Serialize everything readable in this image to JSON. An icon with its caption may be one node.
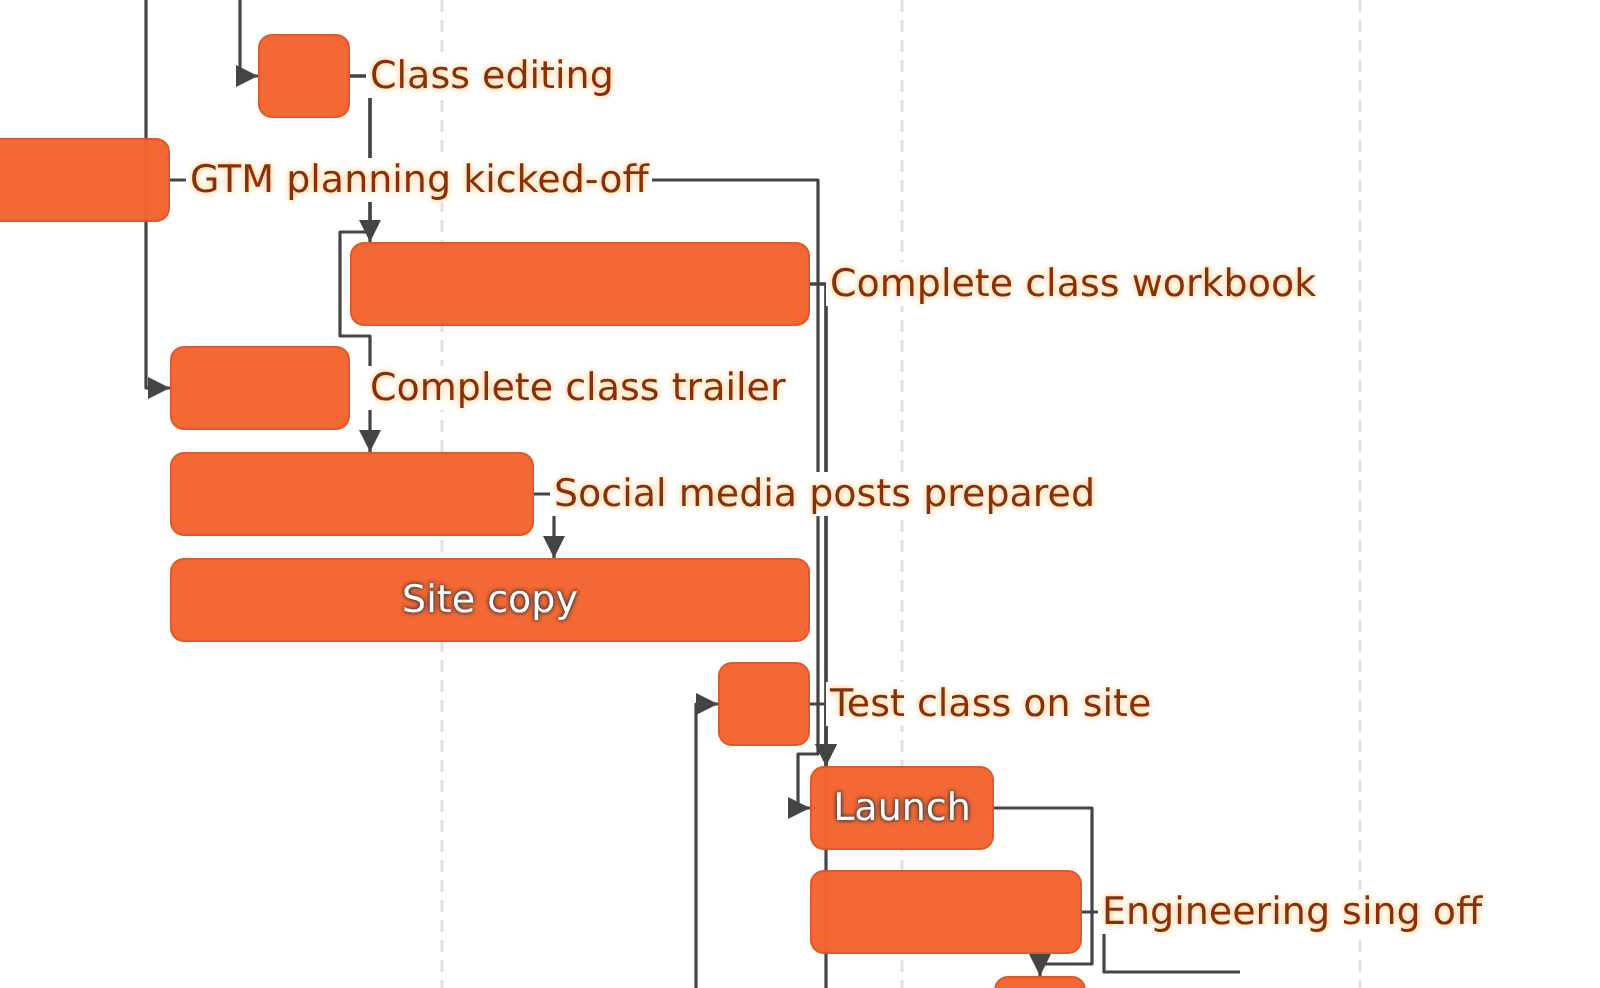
{
  "diagram": {
    "nodes": [
      {
        "text": [],
        "shape": "bar",
        "beside": [
          "Class editing"
        ]
      },
      {
        "text": [],
        "shape": "bar",
        "beside": [
          "GTM planning kicked-off"
        ]
      },
      {
        "text": [],
        "shape": "bar",
        "beside": [
          "Complete class workbook"
        ]
      },
      {
        "text": [],
        "shape": "bar",
        "beside": [
          "Complete class trailer"
        ]
      },
      {
        "text": [],
        "shape": "bar",
        "beside": [
          "Social media posts prepared"
        ]
      },
      {
        "text": [
          "Site copy"
        ]
      },
      {
        "text": [],
        "shape": "bar",
        "beside": [
          "Test class on site"
        ]
      },
      {
        "text": [
          "Launch"
        ]
      },
      {
        "text": [],
        "shape": "bar",
        "beside": [
          "Engineering sing off"
        ]
      },
      {
        "text": [],
        "shape": "bar"
      }
    ],
    "edges": [
      {
        "from": null,
        "to": 0,
        "arrow": "to"
      },
      {
        "from": null,
        "to": 3,
        "arrow": "to"
      },
      {
        "from": 0,
        "to": 2,
        "arrow": "to"
      },
      {
        "from": 0,
        "to": 4,
        "arrow": "to"
      },
      {
        "from": 1,
        "to": 7,
        "arrow": "to"
      },
      {
        "from": 2,
        "to": 7,
        "arrow": "to"
      },
      {
        "from": 2,
        "to": null,
        "arrow": "none"
      },
      {
        "from": 4,
        "to": 5,
        "arrow": "to"
      },
      {
        "from": null,
        "to": 6,
        "arrow": "to"
      },
      {
        "from": 6,
        "to": 7,
        "arrow": "to"
      },
      {
        "from": 7,
        "to": 9,
        "arrow": "to"
      },
      {
        "from": 8,
        "to": null,
        "arrow": "none"
      }
    ]
  }
}
